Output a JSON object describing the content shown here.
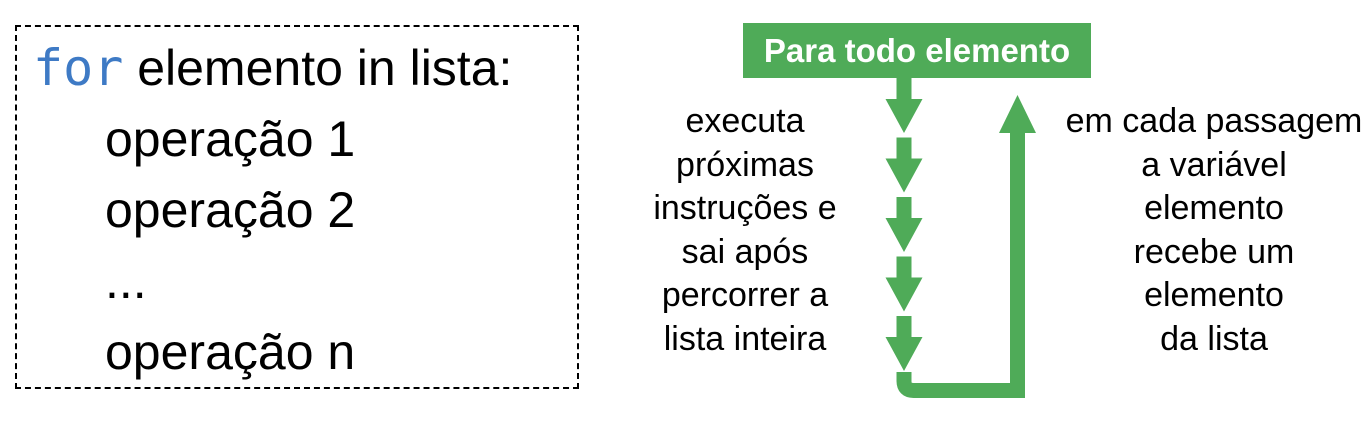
{
  "colors": {
    "green": "#4FAB58",
    "keyword_blue": "#3E7AC5",
    "text_black": "#000000",
    "header_text_white": "#FFFFFF"
  },
  "code_block": {
    "keyword": "for",
    "header_rest": " elemento in lista:",
    "op1": "operação 1",
    "op2": "operação 2",
    "ellipsis": "...",
    "opn": "operação n"
  },
  "diagram": {
    "header": "Para todo elemento",
    "left_note": "executa\npróximas\ninstruções e\nsai após\npercorrer a\nlista inteira",
    "right_note": "em cada passagem\na variável\nelemento\nrecebe um\nelemento\nda lista"
  }
}
